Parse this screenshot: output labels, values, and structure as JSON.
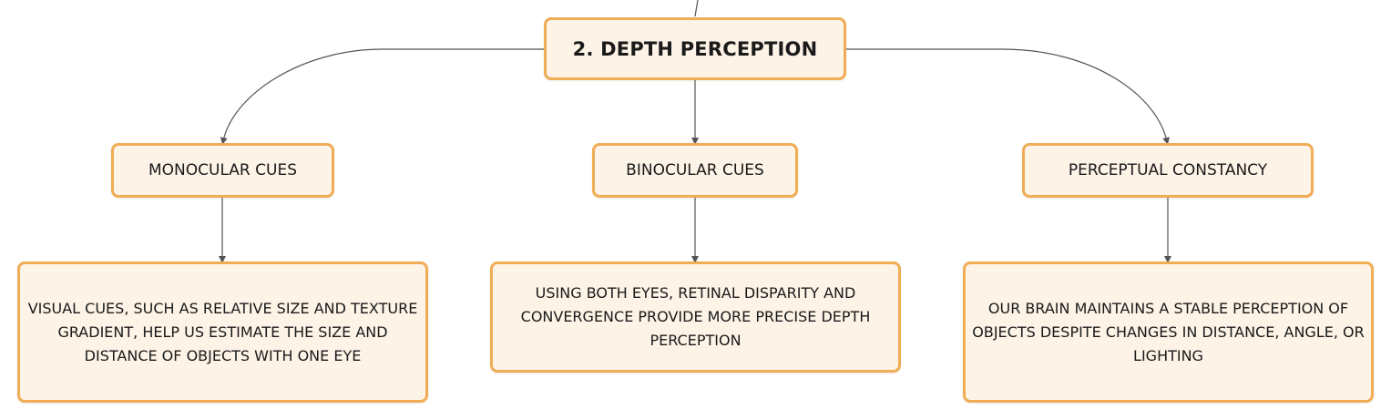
{
  "diagram": {
    "root": {
      "label": "2. DEPTH PERCEPTION"
    },
    "branches": [
      {
        "id": "mono",
        "label": "MONOCULAR CUES",
        "description": "VISUAL CUES, SUCH AS RELATIVE SIZE AND TEXTURE GRADIENT, HELP US ESTIMATE THE SIZE AND DISTANCE OF OBJECTS WITH ONE EYE"
      },
      {
        "id": "bino",
        "label": "BINOCULAR CUES",
        "description": "USING BOTH EYES, RETINAL DISPARITY AND CONVERGENCE PROVIDE MORE PRECISE DEPTH PERCEPTION"
      },
      {
        "id": "perc",
        "label": "PERCEPTUAL CONSTANCY",
        "description": "OUR BRAIN MAINTAINS A STABLE PERCEPTION OF OBJECTS DESPITE CHANGES IN DISTANCE, ANGLE, OR LIGHTING"
      }
    ],
    "colors": {
      "node_fill": "#fdf3e7",
      "node_border": "#f0ad55",
      "connector": "#555555"
    }
  }
}
